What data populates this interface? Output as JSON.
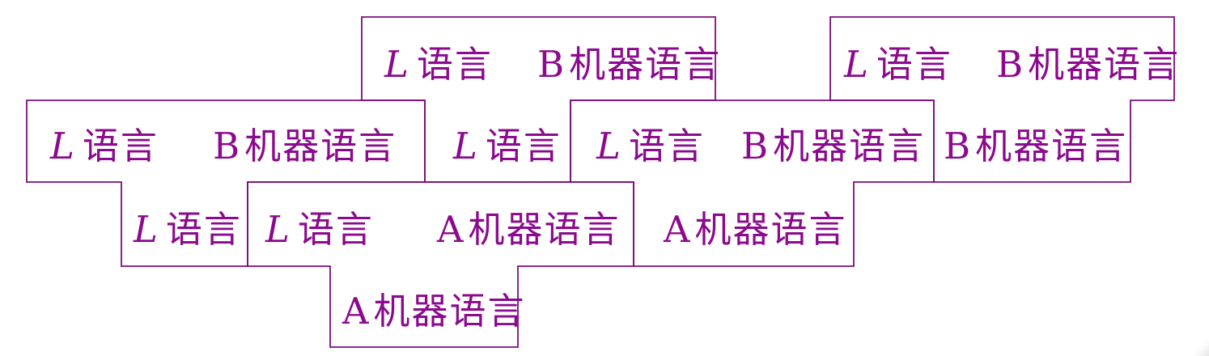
{
  "diagram": {
    "kind": "compiler-bootstrapping-t-diagrams",
    "colors": {
      "line": "#7B0C7E",
      "text": "#8B0A8D",
      "background": "#FFFFFF"
    },
    "pieces": [
      {
        "name": "translator L-to-B written in L (upper)",
        "bar_left": {
          "prefix": "L",
          "rest": "语言"
        },
        "bar_right": {
          "prefix": "B",
          "rest": "机器语言"
        },
        "stem": {
          "prefix": "L",
          "rest": "语言"
        }
      },
      {
        "name": "translator L-to-B written in B (result)",
        "bar_left": {
          "prefix": "L",
          "rest": "语言"
        },
        "bar_right": {
          "prefix": "B",
          "rest": "机器语言"
        },
        "stem": {
          "prefix": "B",
          "rest": "机器语言"
        }
      },
      {
        "name": "translator L-to-B written in L (left)",
        "bar_left": {
          "prefix": "L",
          "rest": "语言"
        },
        "bar_right": {
          "prefix": "B",
          "rest": "机器语言"
        },
        "stem": {
          "prefix": "L",
          "rest": "语言"
        }
      },
      {
        "name": "translator L-to-B written in A (intermediate result)",
        "bar_left": {
          "prefix": "L",
          "rest": "语言"
        },
        "bar_right": {
          "prefix": "B",
          "rest": "机器语言"
        },
        "stem": {
          "prefix": "A",
          "rest": "机器语言"
        }
      },
      {
        "name": "compiler L-to-A written in A (existing)",
        "bar_left": {
          "prefix": "L",
          "rest": "语言"
        },
        "bar_right": {
          "prefix": "A",
          "rest": "机器语言"
        },
        "stem": {
          "prefix": "A",
          "rest": "机器语言"
        }
      }
    ]
  }
}
